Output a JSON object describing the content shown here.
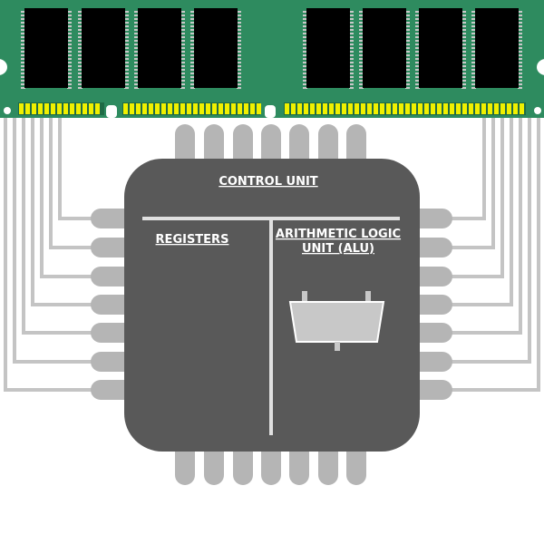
{
  "labels": {
    "control_unit": "CONTROL UNIT",
    "registers": "REGISTERS",
    "alu_line1": "ARITHMETIC LOGIC",
    "alu_line2": "UNIT (ALU)"
  },
  "colors": {
    "ram_board": "#2e8b5f",
    "ram_chip": "#000000",
    "ram_chip_pins": "#c8c8c8",
    "ram_contacts": "#f0f000",
    "cpu_body": "#595959",
    "cpu_pins": "#b5b5b5",
    "wires": "#c4c4c4",
    "dividers": "#e0e0e0",
    "alu_shape": "#c8c8c8"
  },
  "icons": {
    "alu": "alu-trapezoid-icon",
    "memory": "ram-module-icon"
  }
}
